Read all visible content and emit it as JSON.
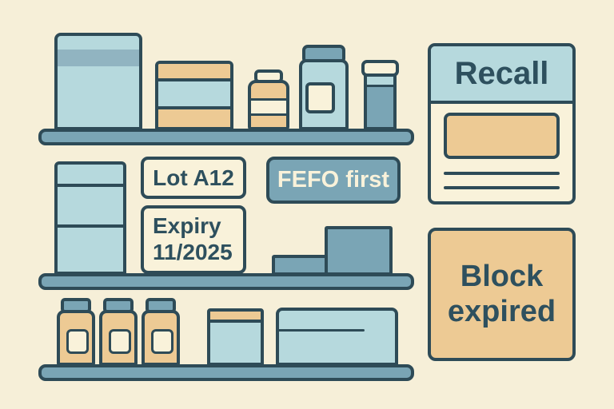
{
  "labels": {
    "lot": "Lot A12",
    "expiry_line1": "Expiry",
    "expiry_line2": "11/2025",
    "fefo": "FEFO first",
    "recall": "Recall",
    "block_line1": "Block",
    "block_line2": "expired"
  },
  "palette": {
    "background": "#f6efd8",
    "cream": "#f9f2da",
    "light_blue": "#b6d9dd",
    "slate_blue": "#7aa5b5",
    "steel_band": "#91b4c1",
    "tan": "#edca94",
    "ink_outline": "#2e4b57",
    "ink_text": "#2e505e"
  }
}
